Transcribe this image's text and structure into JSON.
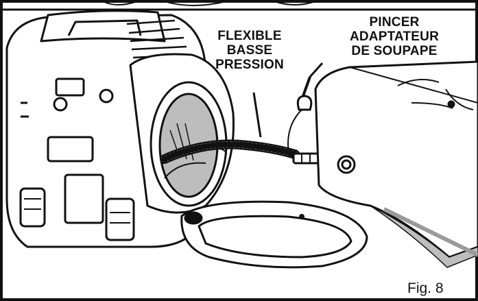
{
  "labels": {
    "hose": [
      "FLEXIBLE",
      "BASSE",
      "PRESSION"
    ],
    "valve_clip": [
      "PINCER",
      "ADAPTATEUR",
      "DE SOUPAPE"
    ]
  },
  "caption": "Fig. 8",
  "colors": {
    "ink": "#111111",
    "shade": "#bdbdbd",
    "paper": "#ffffff"
  }
}
